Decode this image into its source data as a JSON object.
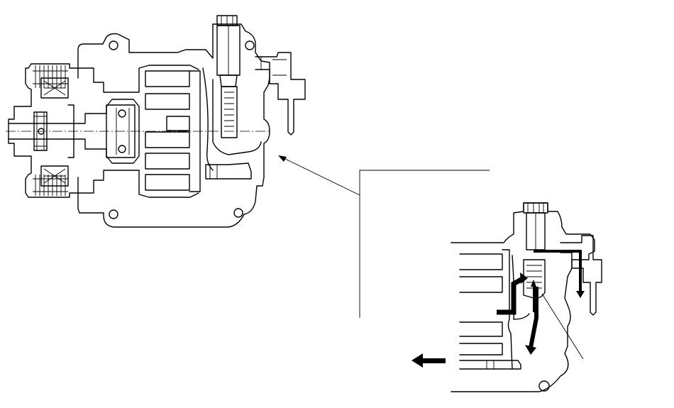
{
  "diagram": {
    "views": [
      {
        "id": "compressor-cross-section"
      },
      {
        "id": "control-valve-detail"
      }
    ],
    "callouts": [
      {
        "id": "leader-to-main-view"
      },
      {
        "id": "leader-to-valve-port"
      }
    ],
    "flow_arrows": [
      {
        "id": "inlet-flow",
        "direction": "right-then-up"
      },
      {
        "id": "down-flow",
        "direction": "down"
      },
      {
        "id": "top-flow",
        "direction": "right-then-down"
      },
      {
        "id": "outlet-flow",
        "direction": "left"
      }
    ],
    "colors": {
      "line": "#000000",
      "background": "#ffffff"
    }
  }
}
